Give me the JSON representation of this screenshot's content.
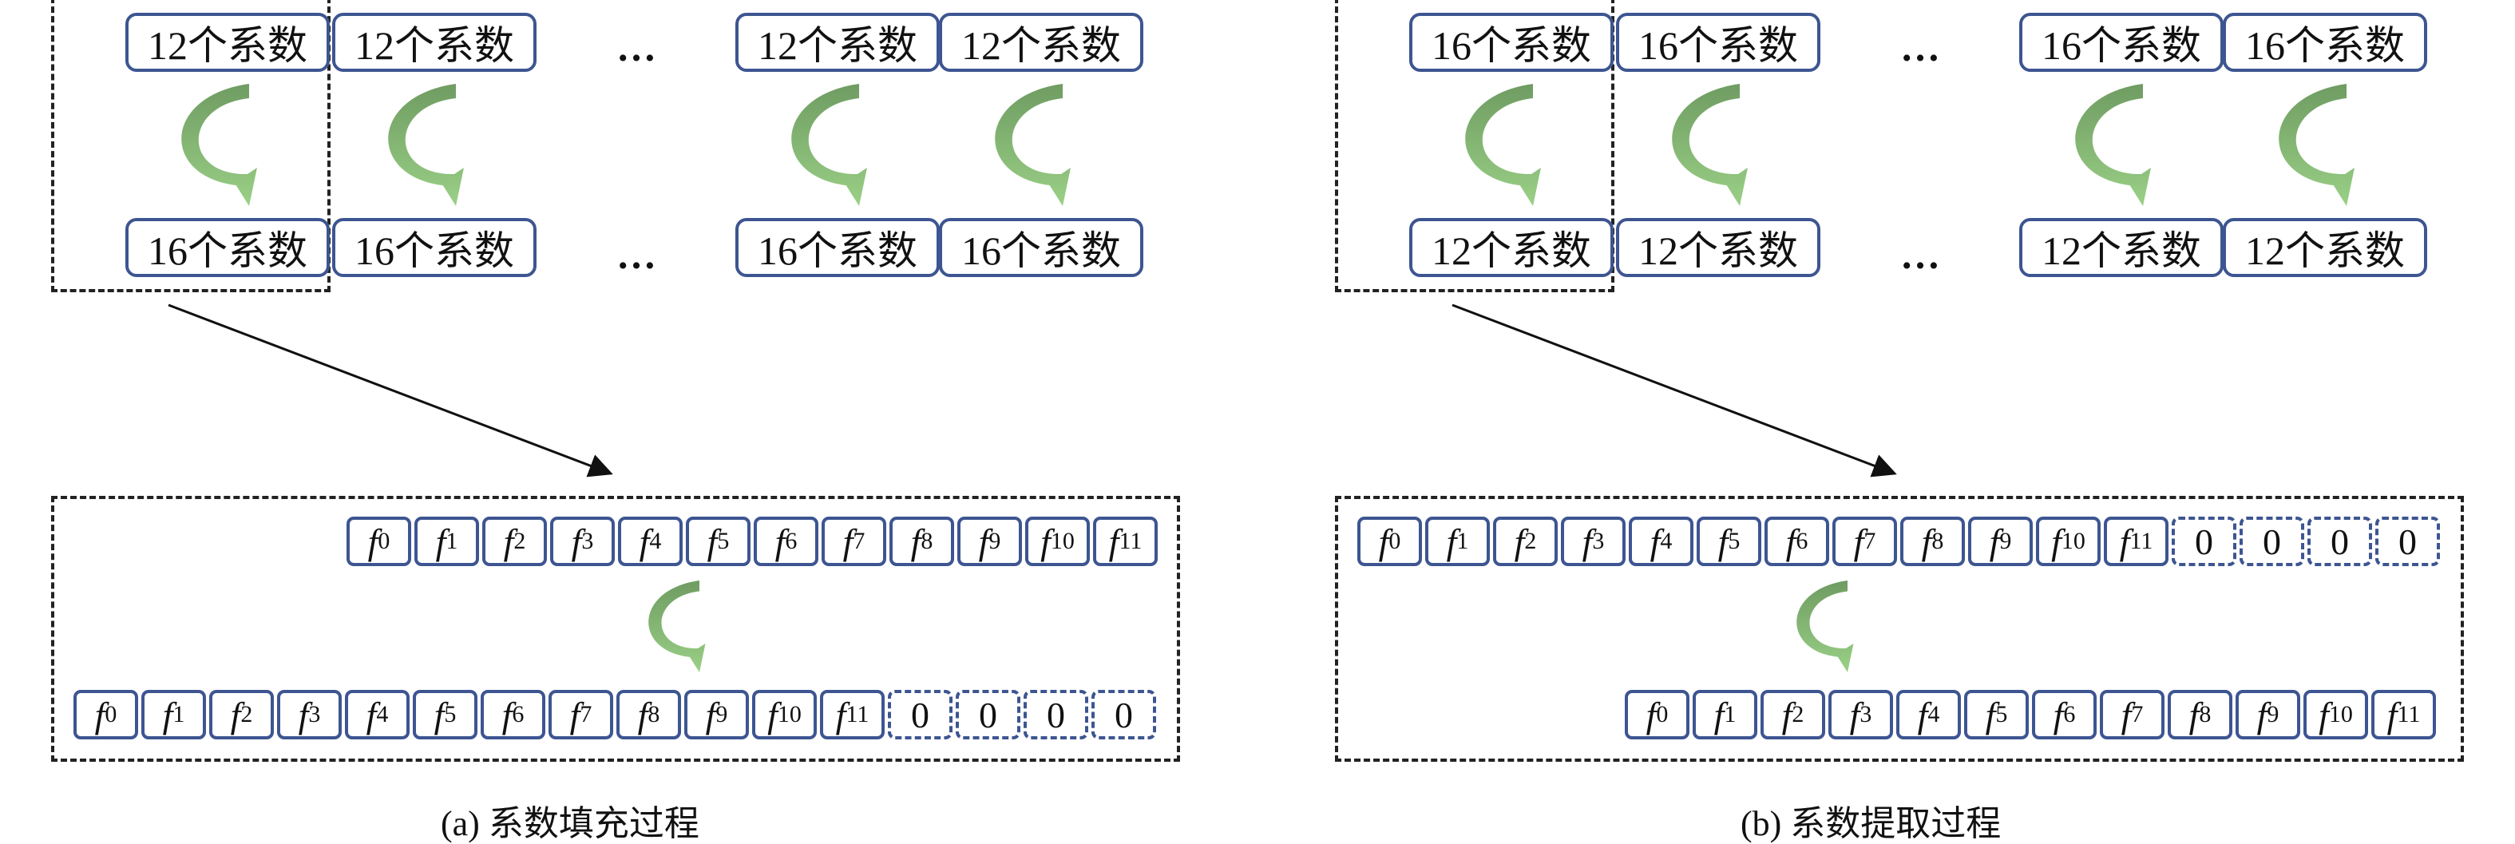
{
  "panels": [
    {
      "id": "a",
      "caption": "(a)  系数填充过程",
      "top_label": "12个系数",
      "bottom_label": "16个系数",
      "ellipsis": "…",
      "top_row": [
        "f0",
        "f1",
        "f2",
        "f3",
        "f4",
        "f5",
        "f6",
        "f7",
        "f8",
        "f9",
        "f10",
        "f11"
      ],
      "bottom_row": [
        "f0",
        "f1",
        "f2",
        "f3",
        "f4",
        "f5",
        "f6",
        "f7",
        "f8",
        "f9",
        "f10",
        "f11",
        "0",
        "0",
        "0",
        "0"
      ]
    },
    {
      "id": "b",
      "caption": "(b)  系数提取过程",
      "top_label": "16个系数",
      "bottom_label": "12个系数",
      "ellipsis": "…",
      "top_row": [
        "f0",
        "f1",
        "f2",
        "f3",
        "f4",
        "f5",
        "f6",
        "f7",
        "f8",
        "f9",
        "f10",
        "f11",
        "0",
        "0",
        "0",
        "0"
      ],
      "bottom_row": [
        "f0",
        "f1",
        "f2",
        "f3",
        "f4",
        "f5",
        "f6",
        "f7",
        "f8",
        "f9",
        "f10",
        "f11"
      ]
    }
  ],
  "colors": {
    "box_border": "#3d5591",
    "arrow_dark": "#6f9c62",
    "arrow_light": "#9ad086"
  }
}
